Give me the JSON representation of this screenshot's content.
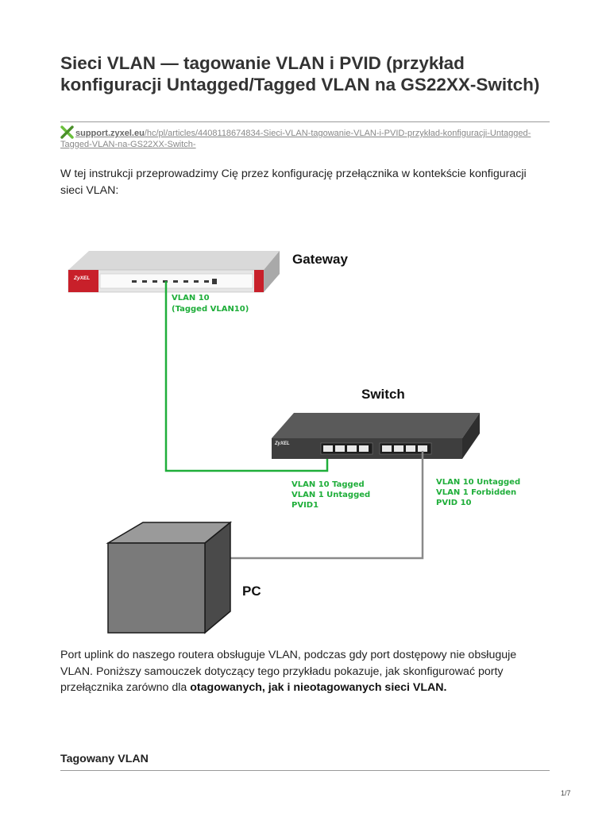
{
  "title": "Sieci VLAN — tagowanie VLAN i PVID (przykład konfiguracji Untagged/Tagged VLAN na GS22XX-Switch)",
  "source": {
    "domain": "support.zyxel.eu",
    "path": "/hc/pl/articles/4408118674834-Sieci-VLAN-tagowanie-VLAN-i-PVID-przykład-konfiguracji-Untagged-Tagged-VLAN-na-GS22XX-Switch-"
  },
  "intro": "W tej instrukcji przeprowadzimy Cię przez konfigurację przełącznika w kontekście konfiguracji sieci VLAN:",
  "diagram": {
    "gateway_label": "Gateway",
    "gateway_brand": "ZyXEL",
    "switch_label": "Switch",
    "switch_brand": "ZyXEL",
    "pc_label": "PC",
    "uplink_line1": "VLAN 10",
    "uplink_line2": "(Tagged VLAN10)",
    "switch_port1": [
      "VLAN 10 Tagged",
      "VLAN 1 Untagged",
      "PVID1"
    ],
    "switch_port2": [
      "VLAN 10 Untagged",
      "VLAN 1 Forbidden",
      "PVID 10"
    ],
    "colors": {
      "link_green": "#1fae3a",
      "link_gray": "#8a8a8a",
      "brand_red": "#c8202a"
    }
  },
  "body": {
    "text1": "Port uplink do naszego routera obsługuje VLAN, podczas gdy port dostępowy nie obsługuje VLAN. Poniższy samouczek dotyczący tego przykładu pokazuje, jak skonfigurować porty przełącznika zarówno dla ",
    "bold": "otagowanych, jak i nieotagowanych sieci VLAN."
  },
  "section_heading": "Tagowany VLAN",
  "page_number": "1/7"
}
